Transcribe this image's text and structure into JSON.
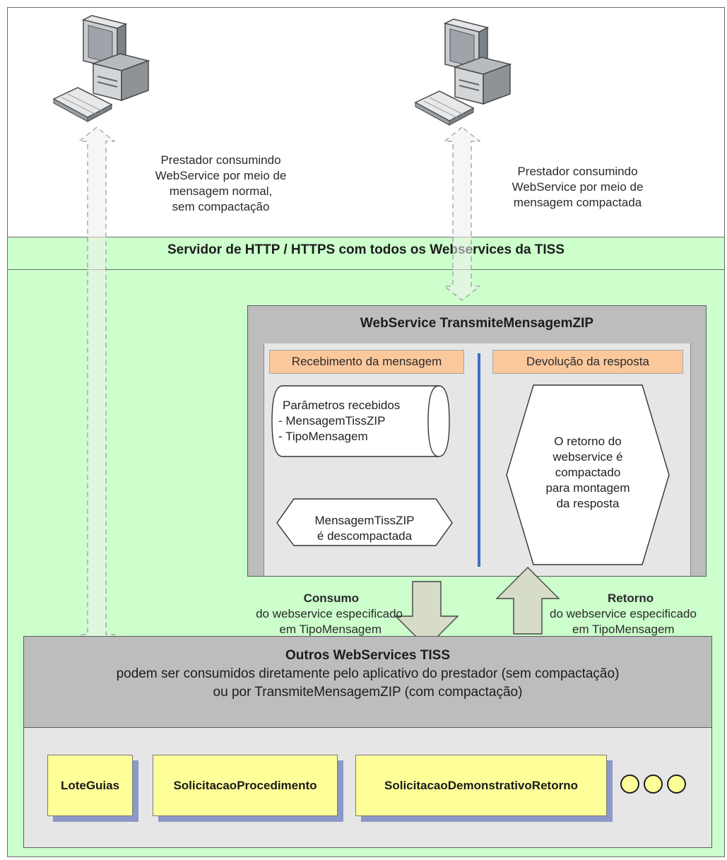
{
  "clients": {
    "left_desc": [
      "Prestador consumindo",
      "WebService por meio de",
      "mensagem normal,",
      "sem compactação"
    ],
    "right_desc": [
      "Prestador consumindo",
      "WebService por meio de",
      "mensagem compactada"
    ]
  },
  "server_band": {
    "title": "Servidor de HTTP / HTTPS com todos os Webservices da TISS"
  },
  "transmite": {
    "title": "WebService TransmiteMensagemZIP",
    "left_header": "Recebimento da mensagem",
    "right_header": "Devolução da resposta",
    "params": [
      "Parâmetros recebidos",
      "- MensagemTissZIP",
      "- TipoMensagem"
    ],
    "decompress": [
      "MensagemTissZIP",
      "é descompactada"
    ],
    "compress": [
      "O retorno do",
      "webservice é",
      "compactado",
      "para montagem",
      "da resposta"
    ]
  },
  "flows": {
    "consumo_title": "Consumo",
    "consumo_desc": [
      "do webservice especificado",
      "em TipoMensagem"
    ],
    "retorno_title": "Retorno",
    "retorno_desc": [
      "do webservice especificado",
      "em TipoMensagem"
    ]
  },
  "outros": {
    "title": "Outros WebServices TISS",
    "line1": "podem ser consumidos diretamente pelo aplicativo do prestador (sem compactação)",
    "line2": "ou por TransmiteMensagemZIP (com compactação)",
    "services": [
      "LoteGuias",
      "SolicitacaoProcedimento",
      "SolicitacaoDemonstrativoRetorno"
    ]
  },
  "colors": {
    "green_zone": "#ccffcc",
    "orange_header": "#fbc89c",
    "service_tile": "#ffff99",
    "divider": "#3f6fc6",
    "arrow_fill": "#d7dcc8"
  },
  "icons": [
    "computer-icon",
    "computer-icon",
    "ellipsis-dots-icon"
  ]
}
